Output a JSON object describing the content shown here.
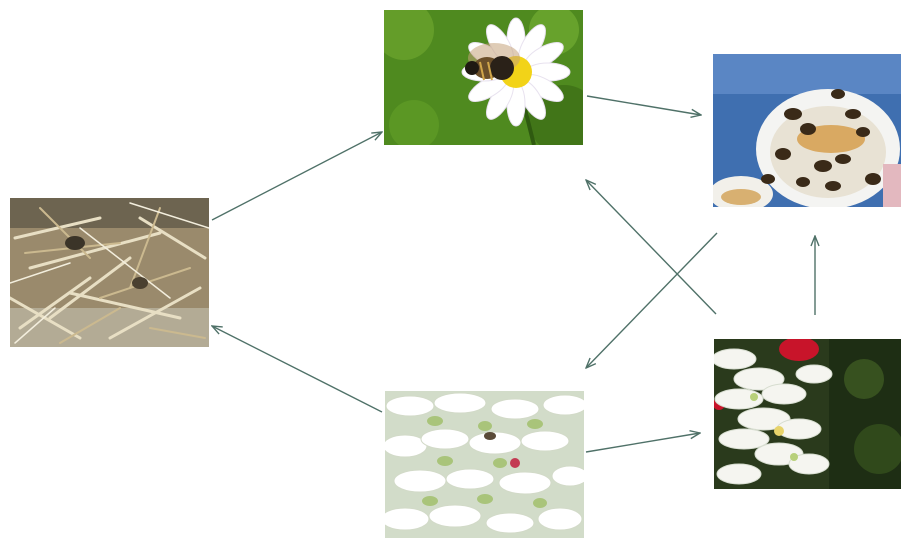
{
  "diagram": {
    "colors": {
      "background": "#ffffff",
      "arrow": "#4f7168"
    },
    "nodes": [
      {
        "id": "straw",
        "picture": "dry-straw-litter-photo"
      },
      {
        "id": "daisy",
        "picture": "bee-on-daisy-photo"
      },
      {
        "id": "cup",
        "picture": "bees-in-white-cup-photo"
      },
      {
        "id": "flower",
        "picture": "white-flower-cluster-photo"
      },
      {
        "id": "spike",
        "picture": "white-flower-spike-photo"
      }
    ],
    "edges": [
      {
        "from": "straw",
        "to": "daisy"
      },
      {
        "from": "daisy",
        "to": "cup"
      },
      {
        "from": "flower",
        "to": "cup"
      },
      {
        "from": "flower",
        "to": "daisy"
      },
      {
        "from": "cup",
        "to": "spike"
      },
      {
        "from": "spike",
        "to": "flower"
      },
      {
        "from": "spike",
        "to": "straw"
      }
    ]
  }
}
